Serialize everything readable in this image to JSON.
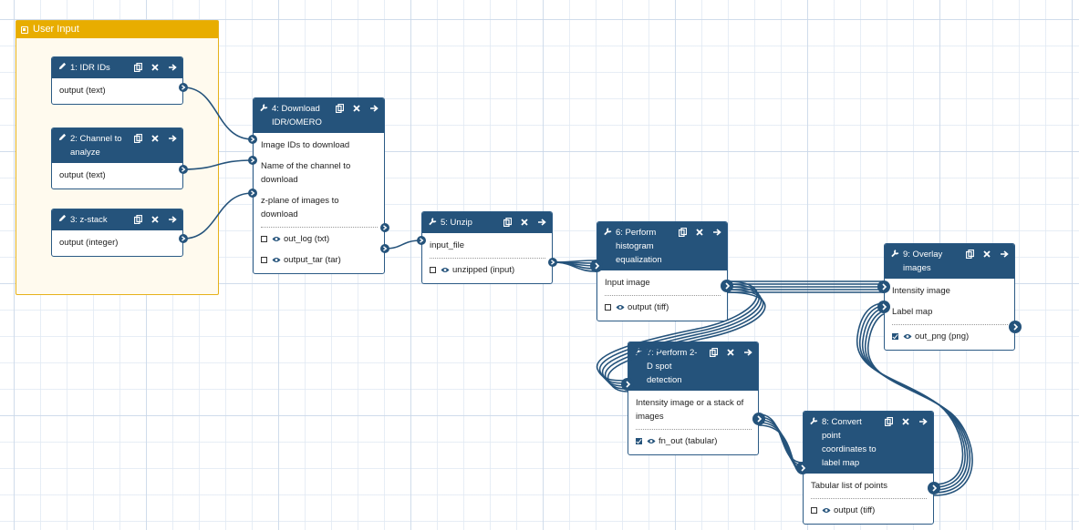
{
  "frame": {
    "title": "User Input"
  },
  "nodes": {
    "n1": {
      "title": "1: IDR IDs",
      "outputs": [
        "output (text)"
      ]
    },
    "n2": {
      "title": "2: Channel to analyze",
      "outputs": [
        "output (text)"
      ]
    },
    "n3": {
      "title": "3: z-stack",
      "outputs": [
        "output (integer)"
      ]
    },
    "n4": {
      "title": "4: Download IDR/OMERO",
      "inputs": [
        "Image IDs to download",
        "Name of the channel to download",
        "z-plane of images to download"
      ],
      "outputs": [
        "out_log (txt)",
        "output_tar (tar)"
      ]
    },
    "n5": {
      "title": "5: Unzip",
      "inputs": [
        "input_file"
      ],
      "outputs": [
        "unzipped (input)"
      ]
    },
    "n6": {
      "title": "6: Perform histogram equalization",
      "inputs": [
        "Input image"
      ],
      "outputs": [
        "output (tiff)"
      ]
    },
    "n7": {
      "title": "7: Perform 2-D spot detection",
      "inputs": [
        "Intensity image or a stack of images"
      ],
      "outputs": [
        "fn_out (tabular)"
      ]
    },
    "n8": {
      "title": "8: Convert point coordinates to label map",
      "inputs": [
        "Tabular list of points"
      ],
      "outputs": [
        "output (tiff)"
      ]
    },
    "n9": {
      "title": "9: Overlay images",
      "inputs": [
        "Intensity image",
        "Label map"
      ],
      "outputs": [
        "out_png (png)"
      ]
    }
  },
  "icons": {
    "edit": "pencil-icon",
    "tool": "wrench-icon",
    "copy": "copy-icon",
    "delete": "close-icon",
    "forward": "arrow-right-icon",
    "visible": "eye-icon",
    "frame": "frame-icon"
  },
  "colors": {
    "header": "#25537b",
    "frame_header": "#e8ad00",
    "frame_bg": "#fffaee",
    "wire": "#25537b"
  }
}
